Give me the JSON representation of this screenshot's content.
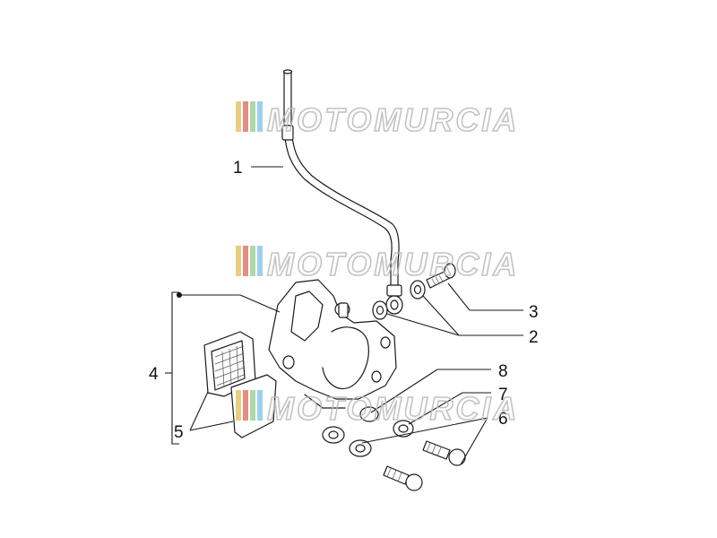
{
  "watermark": {
    "text": "MOTOMURCIA",
    "stripe_colors": [
      "#e8c56a",
      "#e27a6f",
      "#9fd39b",
      "#8ec7ea"
    ]
  },
  "callouts": [
    "1",
    "2",
    "3",
    "4",
    "5",
    "6",
    "7",
    "8"
  ]
}
